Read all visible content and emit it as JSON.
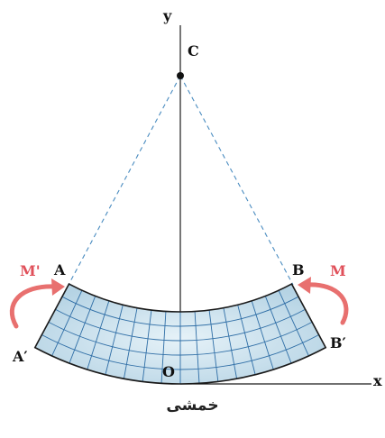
{
  "labels": {
    "y": "y",
    "x": "x",
    "c": "C",
    "a": "A",
    "b": "B",
    "a_prime": "A′",
    "b_prime": "B′",
    "o": "O",
    "m": "M",
    "m_prime": "M'"
  },
  "caption": "خمشی",
  "colors": {
    "beam_fill": "#c4dde9",
    "beam_highlight": "#e6f2f8",
    "grid_line": "#2f6ea6",
    "outline": "#1a1a1a",
    "dashed_line": "#4a8cc0",
    "moment": "#e8706f",
    "axis": "#1a1a1a"
  }
}
